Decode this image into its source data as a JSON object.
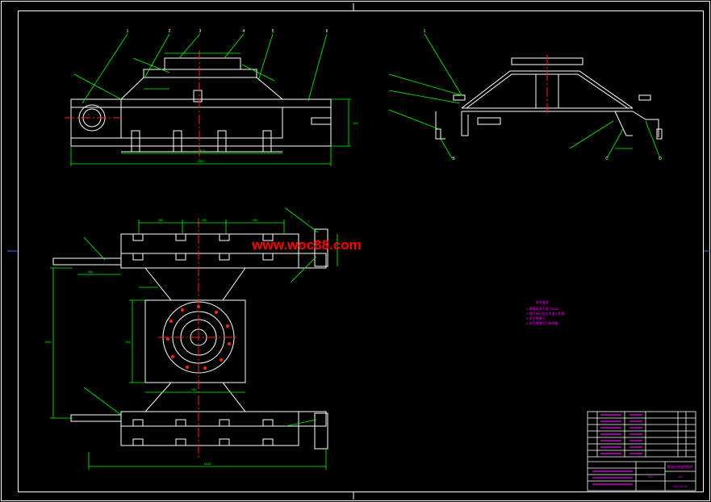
{
  "watermark": "www.woc88.com",
  "colors": {
    "background": "#000000",
    "frame": "#ffffff",
    "outline": "#ffffff",
    "dimension": "#00ff00",
    "centerline": "#ff2020",
    "notes": "#ff00ff",
    "watermark": "#ff0000",
    "leader": "#00ff00"
  },
  "top_view": {
    "overall_length": "1800",
    "span_dim": "1617",
    "height_dim": "300",
    "part_labels": [
      "1",
      "2",
      "3",
      "4",
      "5",
      "6"
    ]
  },
  "side_view": {
    "part_labels": [
      "1",
      "B",
      "C",
      "D"
    ]
  },
  "plan_view": {
    "length_dim": "1818",
    "height_dim": "1557",
    "inner_dim": "943",
    "spacing_dims": [
      "250",
      "250",
      "250"
    ],
    "side_dims": [
      "160",
      "230"
    ]
  },
  "technical_notes": {
    "heading": "技术要求",
    "lines": [
      "1.焊缝高度不低于8mm",
      "2.焊后进行去应力退火处理",
      "3.未注倒角C2",
      "4.未注焊缝均为角焊缝"
    ]
  },
  "title_block": {
    "title": "推钢机底座焊接件",
    "scale": "1:5",
    "drawing_number": "DG-02-01",
    "sheet": "A1"
  }
}
